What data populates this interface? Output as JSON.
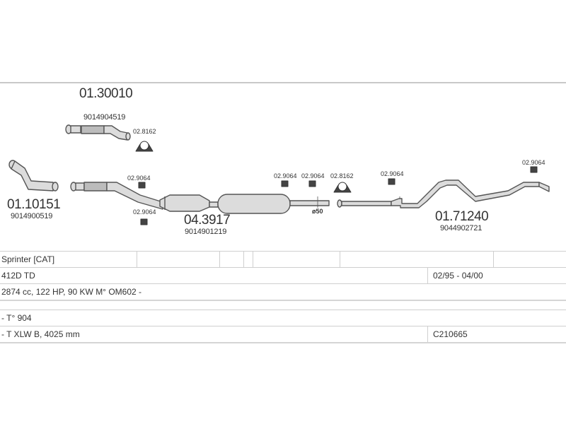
{
  "parts": {
    "front_pipe_top_number": "01.30010",
    "front_pipe_top_code": "9014904519",
    "front_pipe_left_number": "01.10151",
    "front_pipe_left_code": "9014900519",
    "cat_number": "04.3917",
    "cat_code": "9014901219",
    "rear_number": "01.71240",
    "rear_code": "9044902721"
  },
  "fittings": {
    "clamp_top": "02.8162",
    "hanger_front_upper": "02.9064",
    "hanger_front_lower": "02.9064",
    "hanger_mid_1": "02.9064",
    "hanger_mid_2": "02.9064",
    "clamp_mid": "02.8162",
    "hanger_rear_1": "02.9064",
    "hanger_rear_2": "02.9064",
    "pipe_diameter": "ø50"
  },
  "table": {
    "model": "Sprinter  [CAT]",
    "variant": "412D TD",
    "years": "02/95 - 04/00",
    "engine": "2874 cc, 122 HP, 90 KW M° OM602 -",
    "type": "- T° 904",
    "body": "- T XLW B, 4025 mm",
    "ref": "C210665"
  },
  "colors": {
    "line": "#555555",
    "fill": "#dcdcdc",
    "rule": "#cfcfcf"
  }
}
